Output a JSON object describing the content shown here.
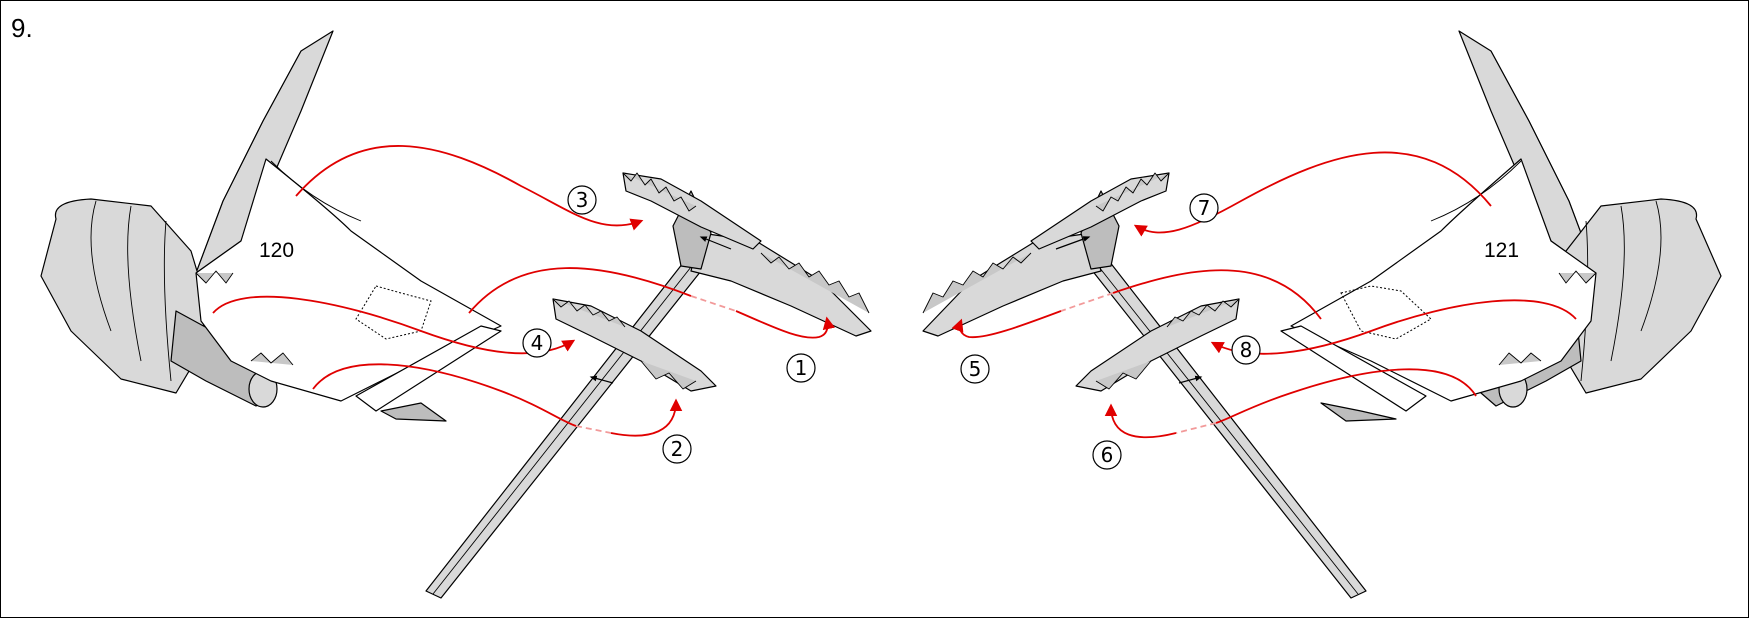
{
  "step_label": "9.",
  "parts": {
    "left_wing_part": "120",
    "right_wing_part": "121"
  },
  "glue_markers": [
    "1",
    "2",
    "3",
    "4",
    "5",
    "6",
    "7",
    "8"
  ],
  "colors": {
    "glue_line": "#e00000",
    "part_fill": "#d9d9d9",
    "outline": "#000000"
  }
}
